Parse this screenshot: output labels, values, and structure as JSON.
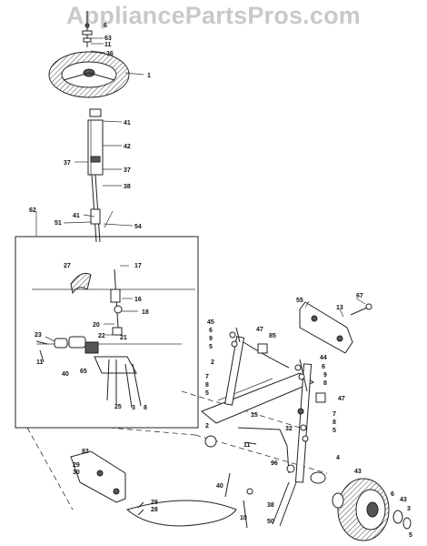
{
  "watermark": "AppliancePartsPros.com",
  "callouts": [
    {
      "id": "c-6-top",
      "text": "6"
    },
    {
      "id": "c-63",
      "text": "63"
    },
    {
      "id": "c-11-top",
      "text": "11"
    },
    {
      "id": "c-36",
      "text": "36"
    },
    {
      "id": "c-1",
      "text": "1"
    },
    {
      "id": "c-41-a",
      "text": "41"
    },
    {
      "id": "c-42",
      "text": "42"
    },
    {
      "id": "c-37-l",
      "text": "37"
    },
    {
      "id": "c-37-r",
      "text": "37"
    },
    {
      "id": "c-38",
      "text": "38"
    },
    {
      "id": "c-62",
      "text": "62"
    },
    {
      "id": "c-41-b",
      "text": "41"
    },
    {
      "id": "c-51",
      "text": "51"
    },
    {
      "id": "c-54",
      "text": "54"
    },
    {
      "id": "c-27",
      "text": "27"
    },
    {
      "id": "c-17",
      "text": "17"
    },
    {
      "id": "c-16",
      "text": "16"
    },
    {
      "id": "c-18",
      "text": "18"
    },
    {
      "id": "c-20",
      "text": "20"
    },
    {
      "id": "c-22",
      "text": "22"
    },
    {
      "id": "c-21",
      "text": "21"
    },
    {
      "id": "c-23",
      "text": "23"
    },
    {
      "id": "c-11-box",
      "text": "11"
    },
    {
      "id": "c-40-box",
      "text": "40"
    },
    {
      "id": "c-65",
      "text": "65"
    },
    {
      "id": "c-25",
      "text": "25"
    },
    {
      "id": "c-3",
      "text": "3"
    },
    {
      "id": "c-8-box",
      "text": "8"
    },
    {
      "id": "c-55",
      "text": "55"
    },
    {
      "id": "c-13",
      "text": "13"
    },
    {
      "id": "c-67",
      "text": "67"
    },
    {
      "id": "c-45-l",
      "text": "45"
    },
    {
      "id": "c-6-l",
      "text": "6"
    },
    {
      "id": "c-9-l",
      "text": "9"
    },
    {
      "id": "c-5-l",
      "text": "5"
    },
    {
      "id": "c-47-l",
      "text": "47"
    },
    {
      "id": "c-85",
      "text": "85"
    },
    {
      "id": "c-2-l",
      "text": "2"
    },
    {
      "id": "c-7-l",
      "text": "7"
    },
    {
      "id": "c-8-l",
      "text": "8"
    },
    {
      "id": "c-5-l2",
      "text": "5"
    },
    {
      "id": "c-15",
      "text": "15"
    },
    {
      "id": "c-44",
      "text": "44"
    },
    {
      "id": "c-6-r",
      "text": "6"
    },
    {
      "id": "c-9-r",
      "text": "9"
    },
    {
      "id": "c-8-r",
      "text": "8"
    },
    {
      "id": "c-47-r",
      "text": "47"
    },
    {
      "id": "c-7-r",
      "text": "7"
    },
    {
      "id": "c-8-r2",
      "text": "8"
    },
    {
      "id": "c-5-r",
      "text": "5"
    },
    {
      "id": "c-2-m",
      "text": "2"
    },
    {
      "id": "c-4",
      "text": "4"
    },
    {
      "id": "c-32",
      "text": "32"
    },
    {
      "id": "c-11-m",
      "text": "11"
    },
    {
      "id": "c-83",
      "text": "83"
    },
    {
      "id": "c-29-l",
      "text": "29"
    },
    {
      "id": "c-30-l",
      "text": "30"
    },
    {
      "id": "c-40-m",
      "text": "40"
    },
    {
      "id": "c-96",
      "text": "96"
    },
    {
      "id": "c-43-a",
      "text": "43"
    },
    {
      "id": "c-29-b",
      "text": "29"
    },
    {
      "id": "c-28",
      "text": "28"
    },
    {
      "id": "c-10",
      "text": "10"
    },
    {
      "id": "c-38-b",
      "text": "38"
    },
    {
      "id": "c-50",
      "text": "50"
    },
    {
      "id": "c-6-w",
      "text": "6"
    },
    {
      "id": "c-43-b",
      "text": "43"
    },
    {
      "id": "c-3-w",
      "text": "3"
    },
    {
      "id": "c-5-w",
      "text": "5"
    }
  ]
}
